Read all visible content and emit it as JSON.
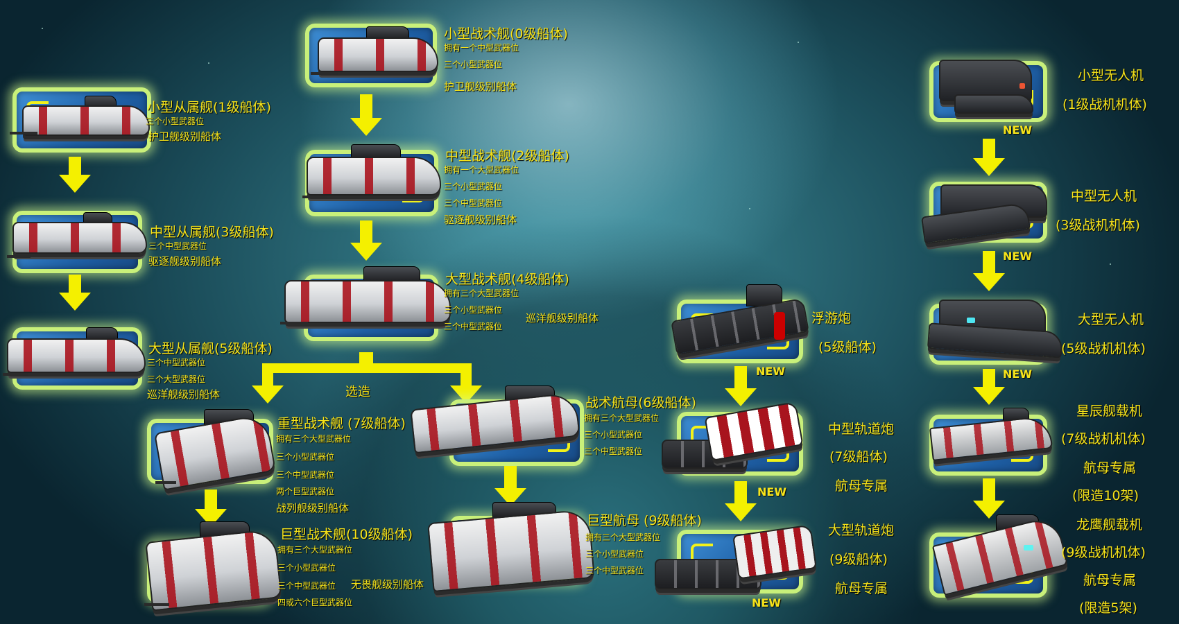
{
  "escort": {
    "small": {
      "name": "小型从属舰(1级船体)",
      "lines": [
        "三个小型武器位"
      ],
      "cls": "护卫舰级别船体"
    },
    "medium": {
      "name": "中型从属舰(3级船体)",
      "lines": [
        "三个中型武器位"
      ],
      "cls": "驱逐舰级别船体"
    },
    "large": {
      "name": "大型从属舰(5级船体)",
      "lines": [
        "三个中型武器位",
        "三个大型武器位"
      ],
      "cls": "巡洋舰级别船体"
    }
  },
  "tactical": {
    "small": {
      "name": "小型战术舰(0级船体)",
      "lines": [
        "拥有一个中型武器位",
        "三个小型武器位"
      ],
      "cls": "护卫舰级别船体"
    },
    "medium": {
      "name": "中型战术舰(2级船体)",
      "lines": [
        "拥有一个大型武器位",
        "三个小型武器位",
        "三个中型武器位"
      ],
      "cls": "驱逐舰级别船体"
    },
    "large": {
      "name": "大型战术舰(4级船体)",
      "lines": [
        "拥有三个大型武器位",
        "三个小型武器位",
        "三个中型武器位"
      ],
      "cls": "巡洋舰级别船体"
    },
    "choose": "选造",
    "heavy": {
      "name": "重型战术舰 (7级船体)",
      "lines": [
        "拥有三个大型武器位",
        "三个小型武器位",
        "三个中型武器位",
        "两个巨型武器位"
      ],
      "cls": "战列舰级别船体"
    },
    "giant": {
      "name": "巨型战术舰(10级船体)",
      "lines": [
        "拥有三个大型武器位",
        "三个小型武器位",
        "三个中型武器位",
        "四或六个巨型武器位"
      ],
      "cls": "无畏舰级别船体"
    },
    "carrier": {
      "name": "战术航母(6级船体)",
      "lines": [
        "拥有三个大型武器位",
        "三个小型武器位",
        "三个中型武器位"
      ]
    },
    "giant_carrier": {
      "name": "巨型航母 (9级船体)",
      "lines": [
        "拥有三个大型武器位",
        "三个小型武器位",
        "三个中型武器位"
      ]
    }
  },
  "artillery": {
    "floating": {
      "name": "浮游炮",
      "tier": "(5级船体)",
      "badge": "NEW"
    },
    "medium_rail": {
      "name": "中型轨道炮",
      "tier": "(7级船体)",
      "note": "航母专属",
      "badge": "NEW"
    },
    "large_rail": {
      "name": "大型轨道炮",
      "tier": "(9级船体)",
      "note": "航母专属",
      "badge": "NEW"
    }
  },
  "drones": {
    "small": {
      "name": "小型无人机",
      "tier": "(1级战机机体)",
      "badge": "NEW"
    },
    "medium": {
      "name": "中型无人机",
      "tier": "(3级战机机体)",
      "badge": "NEW"
    },
    "large": {
      "name": "大型无人机",
      "tier": "(5级战机机体)",
      "badge": "NEW"
    },
    "star": {
      "name": "星辰舰载机",
      "tier": "(7级战机机体)",
      "note": "航母专属",
      "limit": "(限造10架)"
    },
    "dragon": {
      "name": "龙鹰舰载机",
      "tier": "(9级战机机体)",
      "note": "航母专属",
      "limit": "(限造5架)"
    }
  },
  "colors": {
    "label": "#f6e31a",
    "arrow": "#f4f000",
    "frame_glow": "#c9f07a",
    "hull_red": "#aa141e"
  },
  "icons": [
    "arrow-down-icon",
    "branch-arrow-icon"
  ]
}
